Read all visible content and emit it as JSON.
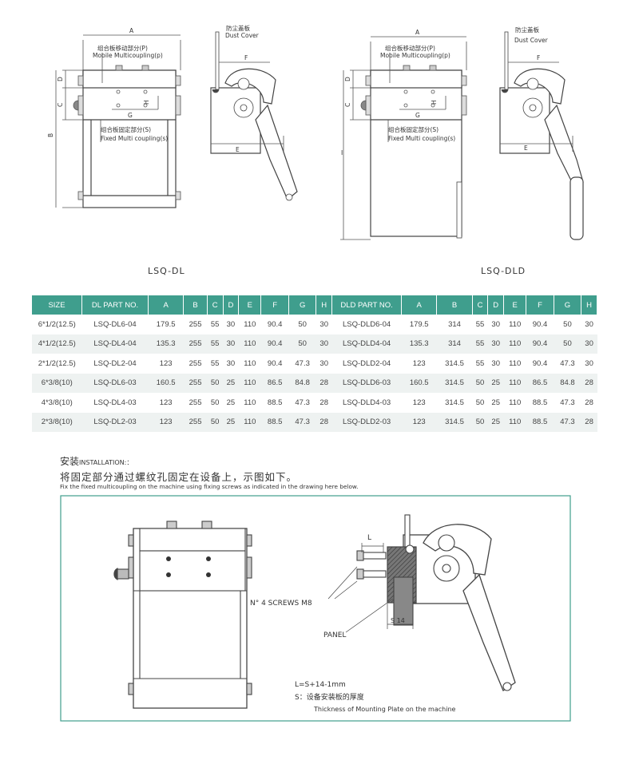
{
  "drawings": {
    "left": {
      "dim_A": "A",
      "dim_B": "B",
      "dim_C": "C",
      "dim_D": "D",
      "dim_E": "E",
      "dim_F": "F",
      "dim_G": "G",
      "dim_H": "H",
      "mobile_cn": "组合板移动部分(P)",
      "mobile_en": "Mobile Multicoupling(p)",
      "fixed_cn": "组合板固定部分(S)",
      "fixed_en": "Fixed Multi coupling(s)",
      "dust_cn": "防尘盖板",
      "dust_en": "Dust Cover",
      "model": "LSQ-DL"
    },
    "right": {
      "dim_A": "A",
      "dim_B": "I",
      "dim_C": "C",
      "dim_D": "D",
      "dim_E": "E",
      "dim_F": "F",
      "dim_G": "G",
      "dim_H": "H",
      "mobile_cn": "组合板移动部分(P)",
      "mobile_en": "Mobile Multicoupling(p)",
      "fixed_cn": "组合板固定部分(S)",
      "fixed_en": "Fixed Multi coupling(s)",
      "dust_cn": "防尘盖板",
      "dust_en": "Dust Cover",
      "model": "LSQ-DLD"
    }
  },
  "table": {
    "headers": [
      "SIZE",
      "DL PART NO.",
      "A",
      "B",
      "C",
      "D",
      "E",
      "F",
      "G",
      "H",
      "DLD PART NO.",
      "A",
      "B",
      "C",
      "D",
      "E",
      "F",
      "G",
      "H"
    ],
    "rows": [
      [
        "6*1/2(12.5)",
        "LSQ-DL6-04",
        "179.5",
        "255",
        "55",
        "30",
        "110",
        "90.4",
        "50",
        "30",
        "LSQ-DLD6-04",
        "179.5",
        "314",
        "55",
        "30",
        "110",
        "90.4",
        "50",
        "30"
      ],
      [
        "4*1/2(12.5)",
        "LSQ-DL4-04",
        "135.3",
        "255",
        "55",
        "30",
        "110",
        "90.4",
        "50",
        "30",
        "LSQ-DLD4-04",
        "135.3",
        "314",
        "55",
        "30",
        "110",
        "90.4",
        "50",
        "30"
      ],
      [
        "2*1/2(12.5)",
        "LSQ-DL2-04",
        "123",
        "255",
        "55",
        "30",
        "110",
        "90.4",
        "47.3",
        "30",
        "LSQ-DLD2-04",
        "123",
        "314.5",
        "55",
        "30",
        "110",
        "90.4",
        "47.3",
        "30"
      ],
      [
        "6*3/8(10)",
        "LSQ-DL6-03",
        "160.5",
        "255",
        "50",
        "25",
        "110",
        "86.5",
        "84.8",
        "28",
        "LSQ-DLD6-03",
        "160.5",
        "314.5",
        "50",
        "25",
        "110",
        "86.5",
        "84.8",
        "28"
      ],
      [
        "4*3/8(10)",
        "LSQ-DL4-03",
        "123",
        "255",
        "50",
        "25",
        "110",
        "88.5",
        "47.3",
        "28",
        "LSQ-DLD4-03",
        "123",
        "314.5",
        "50",
        "25",
        "110",
        "88.5",
        "47.3",
        "28"
      ],
      [
        "2*3/8(10)",
        "LSQ-DL2-03",
        "123",
        "255",
        "50",
        "25",
        "110",
        "88.5",
        "47.3",
        "28",
        "LSQ-DLD2-03",
        "123",
        "314.5",
        "50",
        "25",
        "110",
        "88.5",
        "47.3",
        "28"
      ]
    ]
  },
  "installation": {
    "title_cn": "安装",
    "title_en": "INSTALLATION:：",
    "line_cn": "将固定部分通过螺纹孔固定在设备上，示图如下。",
    "line_en": "Fix the fixed multicoupling on the machine using fixing screws as indicated in the drawing here below.",
    "label_L": "L",
    "screws": "N° 4 SCREWS M8",
    "panel": "PANEL",
    "s14": "S 14",
    "formula": "L=S+14-1mm",
    "s_note_cn": "S：设备安装板的厚度",
    "s_note_en": "Thickness of Mounting Plate on the machine"
  }
}
